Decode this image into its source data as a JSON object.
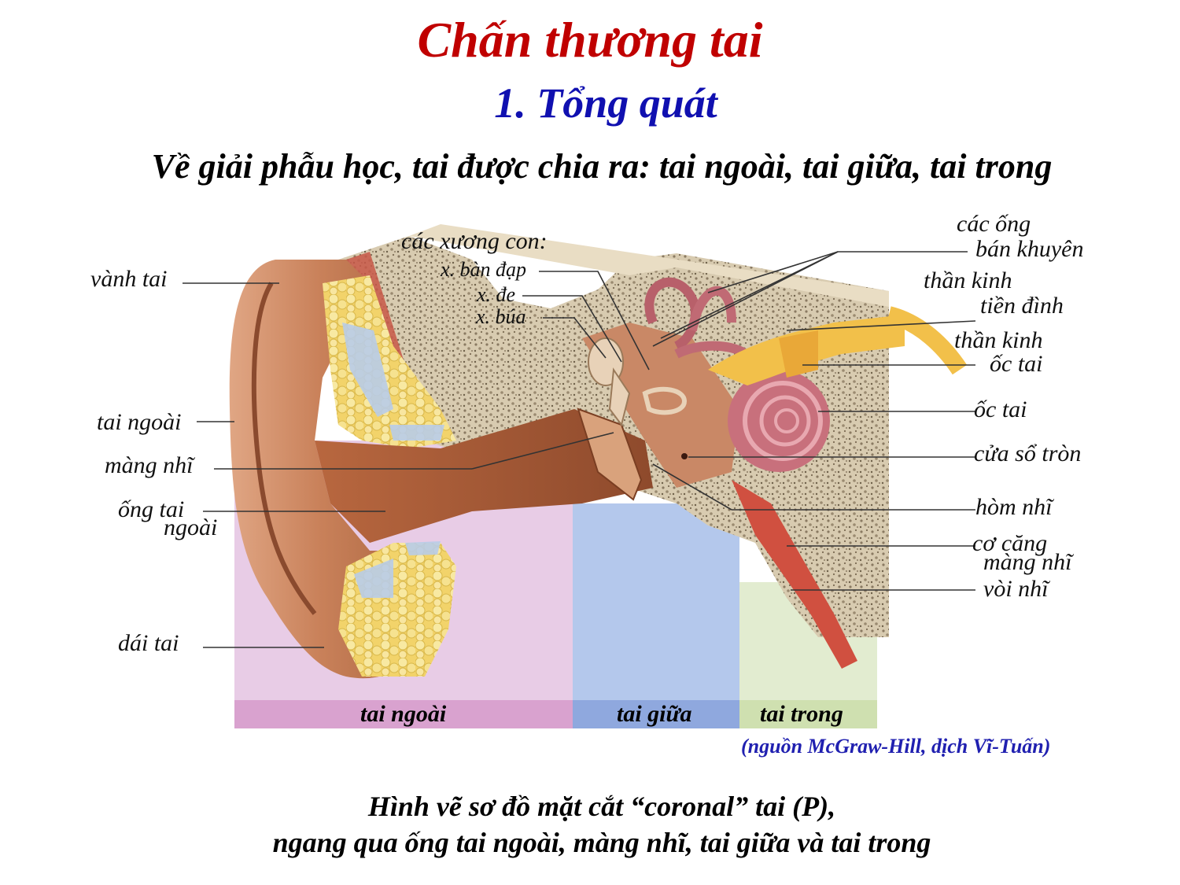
{
  "title": "Chấn thương tai",
  "subtitle": "1. Tổng quát",
  "intro": "Về giải phẫu học, tai được chia ra: tai ngoài, tai giữa, tai trong",
  "labels": {
    "vanh_tai": "vành tai",
    "tai_ngoai": "tai ngoài",
    "mang_nhi": "màng nhĩ",
    "ong_tai_1": "ống tai",
    "ong_tai_2": "ngoài",
    "dai_tai": "dái tai",
    "xuong_con": "các xương con:",
    "ban_dap": "x. bàn đạp",
    "de": "x. đe",
    "bua": "x. búa",
    "ong_ban_khuyen_1": "các ống",
    "ong_ban_khuyen_2": "bán khuyên",
    "tien_dinh_1": "thần kinh",
    "tien_dinh_2": "tiền đình",
    "oc_tai_nerve_1": "thần kinh",
    "oc_tai_nerve_2": "ốc tai",
    "oc_tai": "ốc tai",
    "cua_so_tron": "cửa sổ tròn",
    "hom_nhi": "hòm nhĩ",
    "co_cang_1": "cơ căng",
    "co_cang_2": "màng nhĩ",
    "voi_nhi": "vòi nhĩ"
  },
  "zones": {
    "outer": "tai ngoài",
    "middle": "tai giữa",
    "inner": "tai trong"
  },
  "zone_colors": {
    "outer": "#e8cce6",
    "middle": "#b4c8ec",
    "inner": "#e2ecd0"
  },
  "source": "(nguồn McGraw-Hill, dịch Vĩ-Tuấn)",
  "caption_line1": "Hình vẽ sơ đồ mặt cắt “coronal” tai (P),",
  "caption_line2": "ngang qua ống tai ngoài, màng nhĩ, tai giữa và tai trong"
}
